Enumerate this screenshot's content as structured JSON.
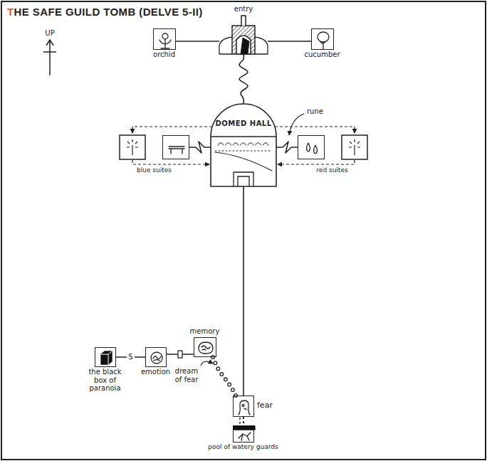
{
  "diagram": {
    "title": "THE SAFE GUILD TOMB (DELVE 5-II)",
    "nodes": [
      {
        "text": [
          "orchid"
        ]
      },
      {
        "text": [
          "entry"
        ]
      },
      {
        "text": [
          "cucumber"
        ]
      },
      {
        "text": [
          "DOMED HALL"
        ]
      },
      {
        "text": [
          "blue suites"
        ]
      },
      {
        "text": [
          "red suites"
        ]
      },
      {
        "text": [
          "the black box of paranoia"
        ]
      },
      {
        "text": [
          "emotion"
        ]
      },
      {
        "text": [
          "memory"
        ]
      },
      {
        "text": [
          "fear"
        ]
      },
      {
        "text": [
          "pool of watery guards"
        ]
      }
    ],
    "edges": [
      {
        "from": 0,
        "to": 1,
        "arrow": "none"
      },
      {
        "from": 1,
        "to": 2,
        "arrow": "none"
      },
      {
        "from": 1,
        "to": 3,
        "arrow": "none"
      },
      {
        "from": 3,
        "to": 4,
        "arrow": "none"
      },
      {
        "from": 3,
        "to": 5,
        "arrow": "none"
      },
      {
        "from": 3,
        "to": 9,
        "arrow": "none"
      },
      {
        "from": 9,
        "to": 10,
        "arrow": "none"
      },
      {
        "from": 9,
        "to": 8,
        "arrow": "none"
      },
      {
        "from": 8,
        "to": 7,
        "arrow": "none"
      },
      {
        "from": 7,
        "to": 6,
        "label": "S",
        "arrow": "none"
      }
    ],
    "labels": [
      "UP",
      "rune",
      "dream of fear"
    ]
  }
}
